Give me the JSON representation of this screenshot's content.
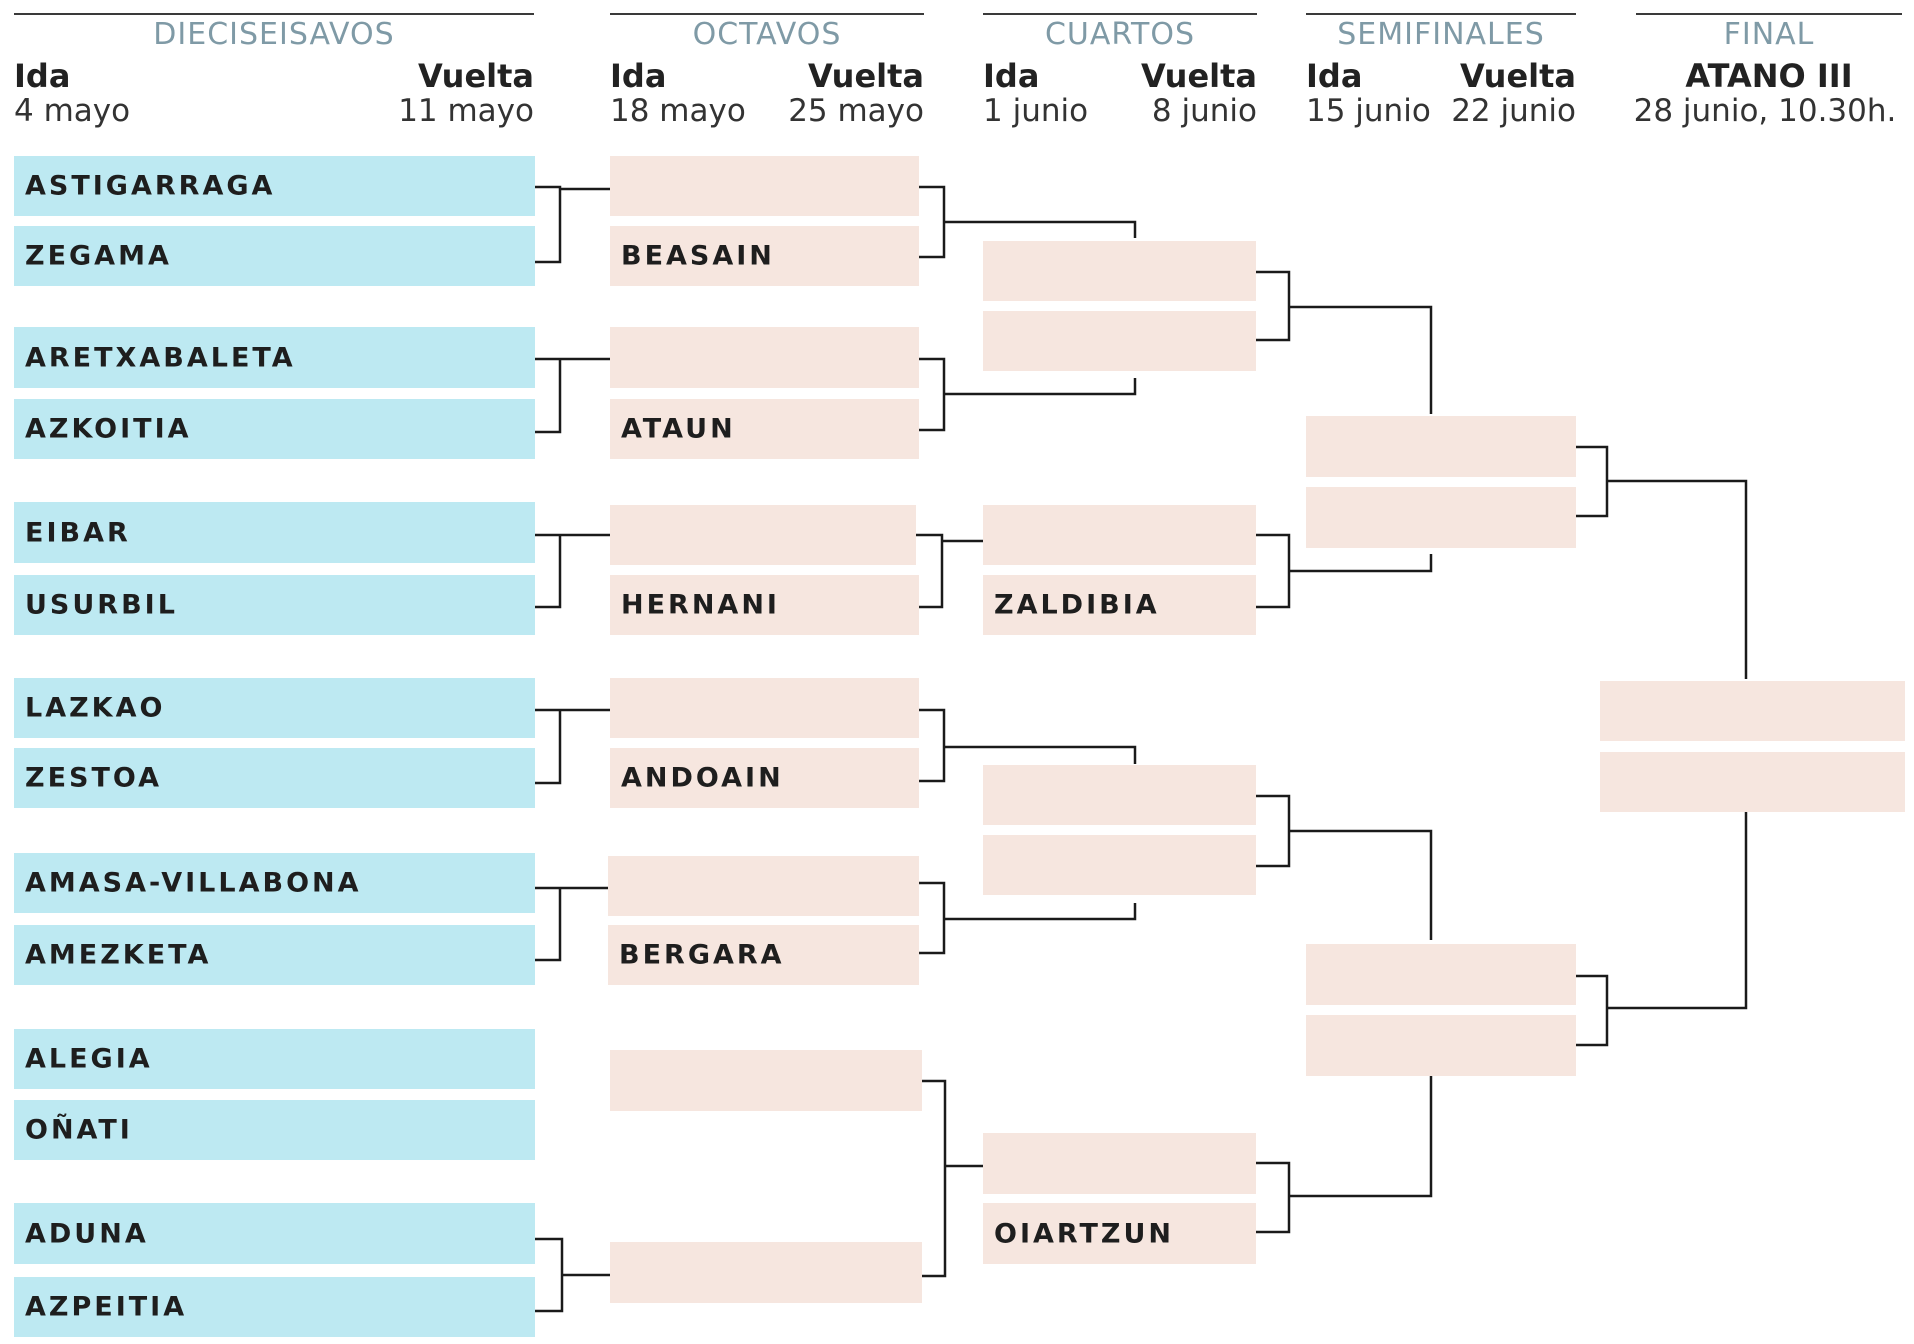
{
  "rounds": {
    "dieciseisavos": {
      "title": "DIECISEISAVOS",
      "ida_label": "Ida",
      "ida_date": "4 mayo",
      "vuelta_label": "Vuelta",
      "vuelta_date": "11 mayo"
    },
    "octavos": {
      "title": "OCTAVOS",
      "ida_label": "Ida",
      "ida_date": "18 mayo",
      "vuelta_label": "Vuelta",
      "vuelta_date": "25 mayo"
    },
    "cuartos": {
      "title": "CUARTOS",
      "ida_label": "Ida",
      "ida_date": "1 junio",
      "vuelta_label": "Vuelta",
      "vuelta_date": "8 junio"
    },
    "semifinales": {
      "title": "SEMIFINALES",
      "ida_label": "Ida",
      "ida_date": "15 junio",
      "vuelta_label": "Vuelta",
      "vuelta_date": "22 junio"
    },
    "final": {
      "title": "FINAL",
      "venue": "ATANO III",
      "date": "28 junio, 10.30h."
    }
  },
  "teams": {
    "dieciseisavos": [
      "ASTIGARRAGA",
      "ZEGAMA",
      "ARETXABALETA",
      "AZKOITIA",
      "EIBAR",
      "USURBIL",
      "LAZKAO",
      "ZESTOA",
      "AMASA-VILLABONA",
      "AMEZKETA",
      "ALEGIA",
      "OÑATI",
      "ADUNA",
      "AZPEITIA"
    ],
    "octavos": [
      "",
      "BEASAIN",
      "",
      "ATAUN",
      "",
      "HERNANI",
      "",
      "ANDOAIN",
      "",
      "BERGARA",
      "",
      ""
    ],
    "cuartos": [
      "",
      "",
      "",
      "ZALDIBIA",
      "",
      "",
      "",
      "OIARTZUN"
    ],
    "semifinales": [
      "",
      "",
      "",
      ""
    ],
    "final": [
      "",
      ""
    ]
  },
  "colors": {
    "dieciseisavos_slot": "#bde9f2",
    "later_round_slot": "#f6e6df",
    "round_title": "#7f9aa6",
    "connector": "#1a1a1a"
  }
}
